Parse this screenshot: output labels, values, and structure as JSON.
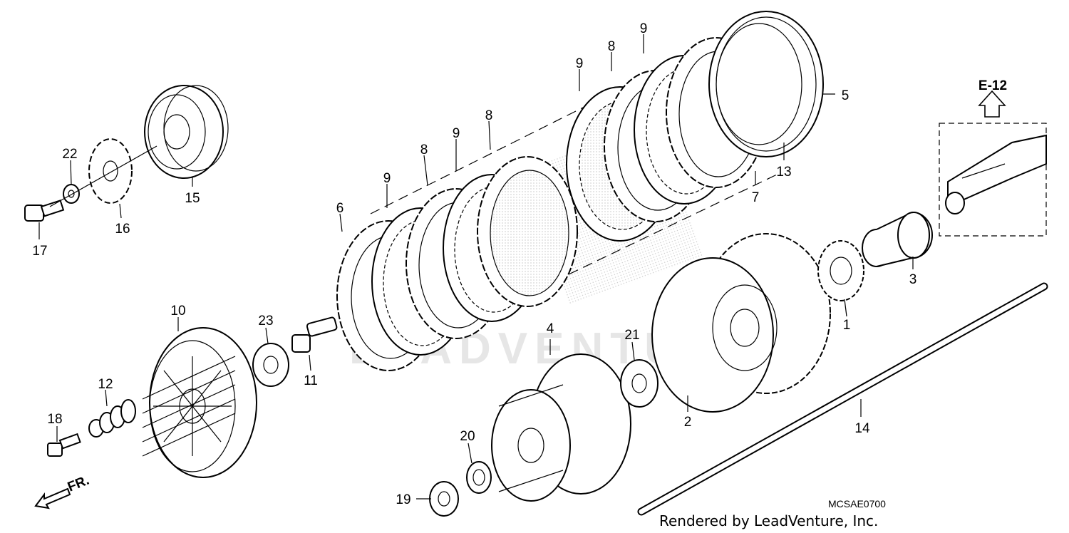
{
  "diagram": {
    "callouts": [
      "1",
      "2",
      "3",
      "4",
      "5",
      "6",
      "7",
      "8",
      "8",
      "8",
      "9",
      "9",
      "9",
      "9",
      "10",
      "11",
      "12",
      "13",
      "14",
      "15",
      "16",
      "17",
      "18",
      "19",
      "20",
      "21",
      "22",
      "23"
    ],
    "reference_label": "E-12",
    "front_label": "FR.",
    "diagram_code": "MCSAE0700",
    "credit": "Rendered by LeadVenture, Inc.",
    "watermark": "LEADVENTU"
  }
}
